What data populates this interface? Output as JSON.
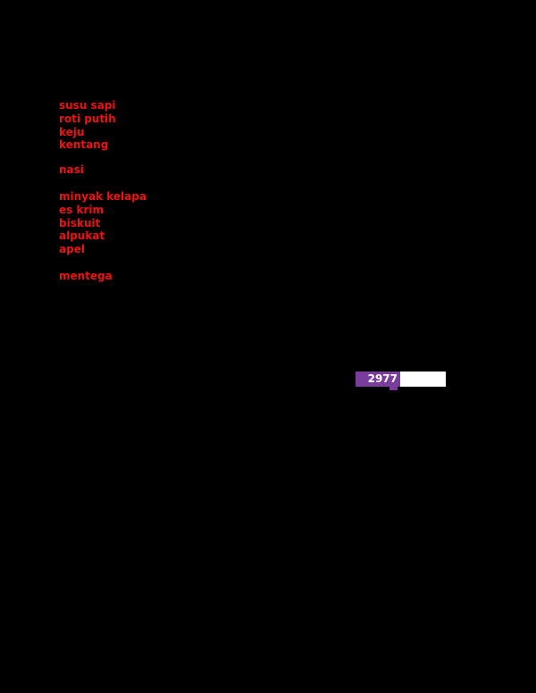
{
  "page": {
    "background_color": "#000000"
  },
  "food_list": {
    "text_color": "#ee1111",
    "items": [
      {
        "label": "susu sapi"
      },
      {
        "label": "roti putih"
      },
      {
        "label": "keju"
      },
      {
        "label": "kentang"
      },
      {
        "label": "nasi"
      },
      {
        "label": "minyak kelapa"
      },
      {
        "label": "es krim"
      },
      {
        "label": "biskuit"
      },
      {
        "label": "alpukat"
      },
      {
        "label": "apel"
      },
      {
        "label": "mentega"
      }
    ]
  },
  "badge": {
    "count": "2977",
    "count_bg_color": "#7b3d9b",
    "count_text_color": "#ffffff",
    "blank_box_color": "#ffffff"
  }
}
